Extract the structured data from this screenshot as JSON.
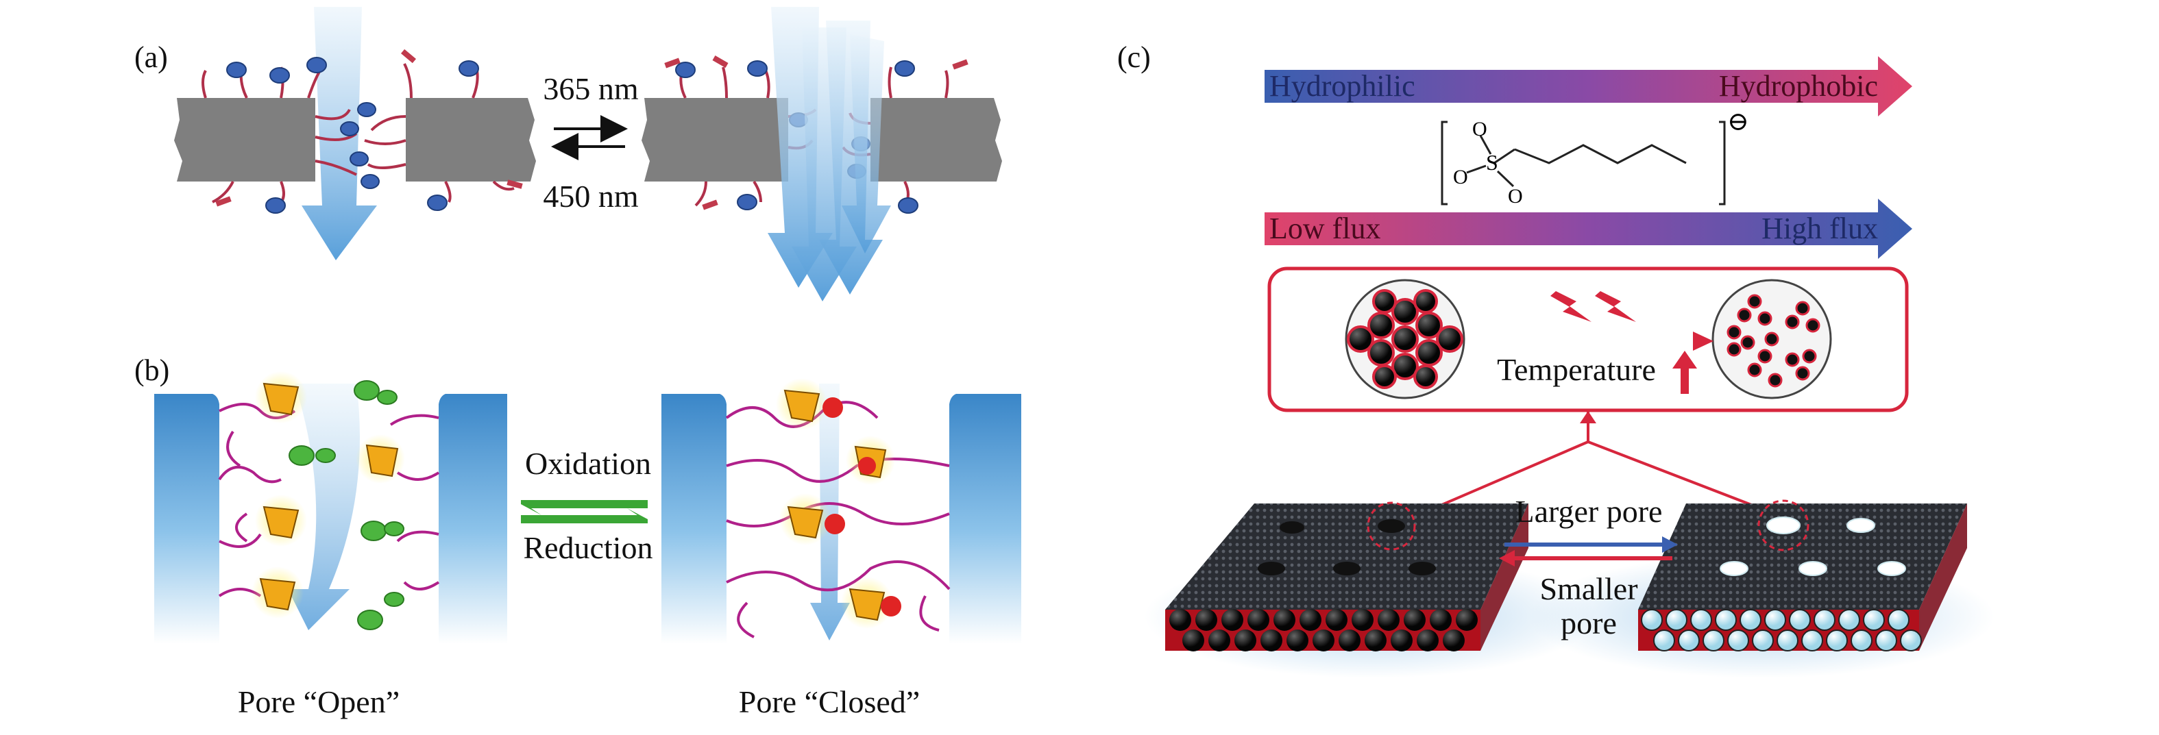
{
  "panel_a": {
    "label": "(a)",
    "forward_wavelength": "365 nm",
    "reverse_wavelength": "450 nm"
  },
  "panel_b": {
    "label": "(b)",
    "forward": "Oxidation",
    "reverse": "Reduction",
    "left_caption": "Pore “Open”",
    "right_caption": "Pore “Closed”"
  },
  "panel_c": {
    "label": "(c)",
    "top_bar_left": "Hydrophilic",
    "top_bar_right": "Hydrophobic",
    "molecule_charge": "⊖",
    "molecule_atoms": {
      "o1": "O",
      "s": "S",
      "o2": "O",
      "o3": "O"
    },
    "bottom_bar_left": "Low flux",
    "bottom_bar_right": "High flux",
    "temperature": "Temperature",
    "larger_pore": "Larger pore",
    "smaller_pore_line1": "Smaller",
    "smaller_pore_line2": "pore"
  },
  "colors": {
    "hydrophilic_blue": "#3a5fb0",
    "hydrophobic_red": "#e0436a",
    "membrane_grey": "#808080",
    "pore_wall_blue": "#3a86c8",
    "arrow_red": "#d7263d",
    "arrow_green": "#3aa635"
  }
}
